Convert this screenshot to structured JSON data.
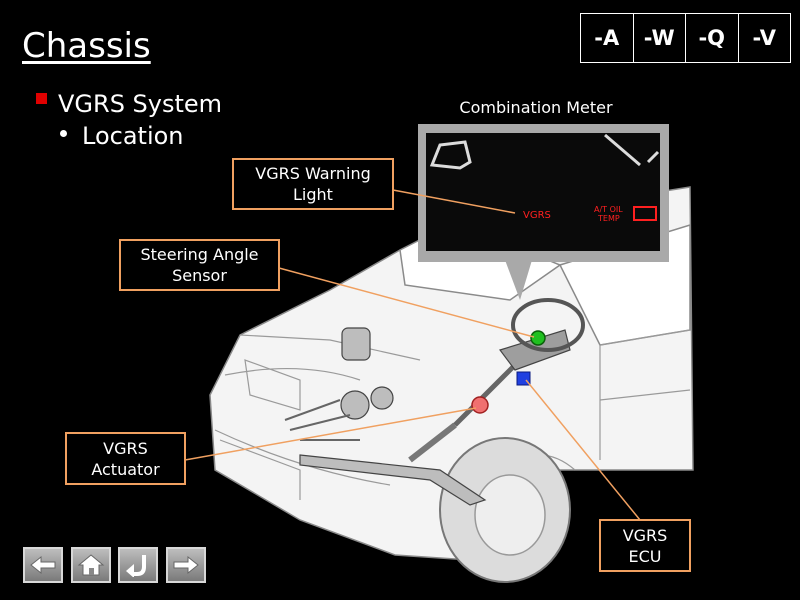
{
  "title": "Chassis",
  "tabs": [
    "-A",
    "-W",
    "-Q",
    "-V"
  ],
  "bullets": {
    "level1": "VGRS System",
    "level2": "Location"
  },
  "meter": {
    "title": "Combination Meter",
    "indicator_vgrs": "VGRS",
    "indicator_at_oil_line1": "A/T OIL",
    "indicator_at_oil_line2": "TEMP"
  },
  "callouts": {
    "warning_light": "VGRS Warning\nLight",
    "steering_sensor": "Steering Angle\nSensor",
    "actuator": "VGRS\nActuator",
    "ecu": "VGRS\nECU"
  },
  "colors": {
    "callout_border": "#f0a060",
    "bullet": "#e00000",
    "indicator": "#ff2020"
  },
  "nav_icons": [
    "back-arrow-icon",
    "home-icon",
    "return-icon",
    "forward-arrow-icon"
  ]
}
